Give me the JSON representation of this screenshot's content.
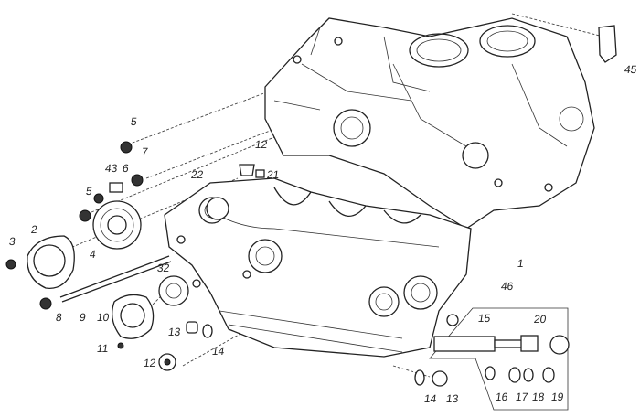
{
  "diagram": {
    "part_labels": [
      "5",
      "43",
      "6",
      "7",
      "5",
      "2",
      "3",
      "4",
      "8",
      "9",
      "10",
      "11",
      "12",
      "13",
      "14",
      "22",
      "21",
      "12",
      "32",
      "1",
      "45",
      "46",
      "15",
      "20",
      "16",
      "17",
      "18",
      "19",
      "14",
      "13"
    ]
  }
}
